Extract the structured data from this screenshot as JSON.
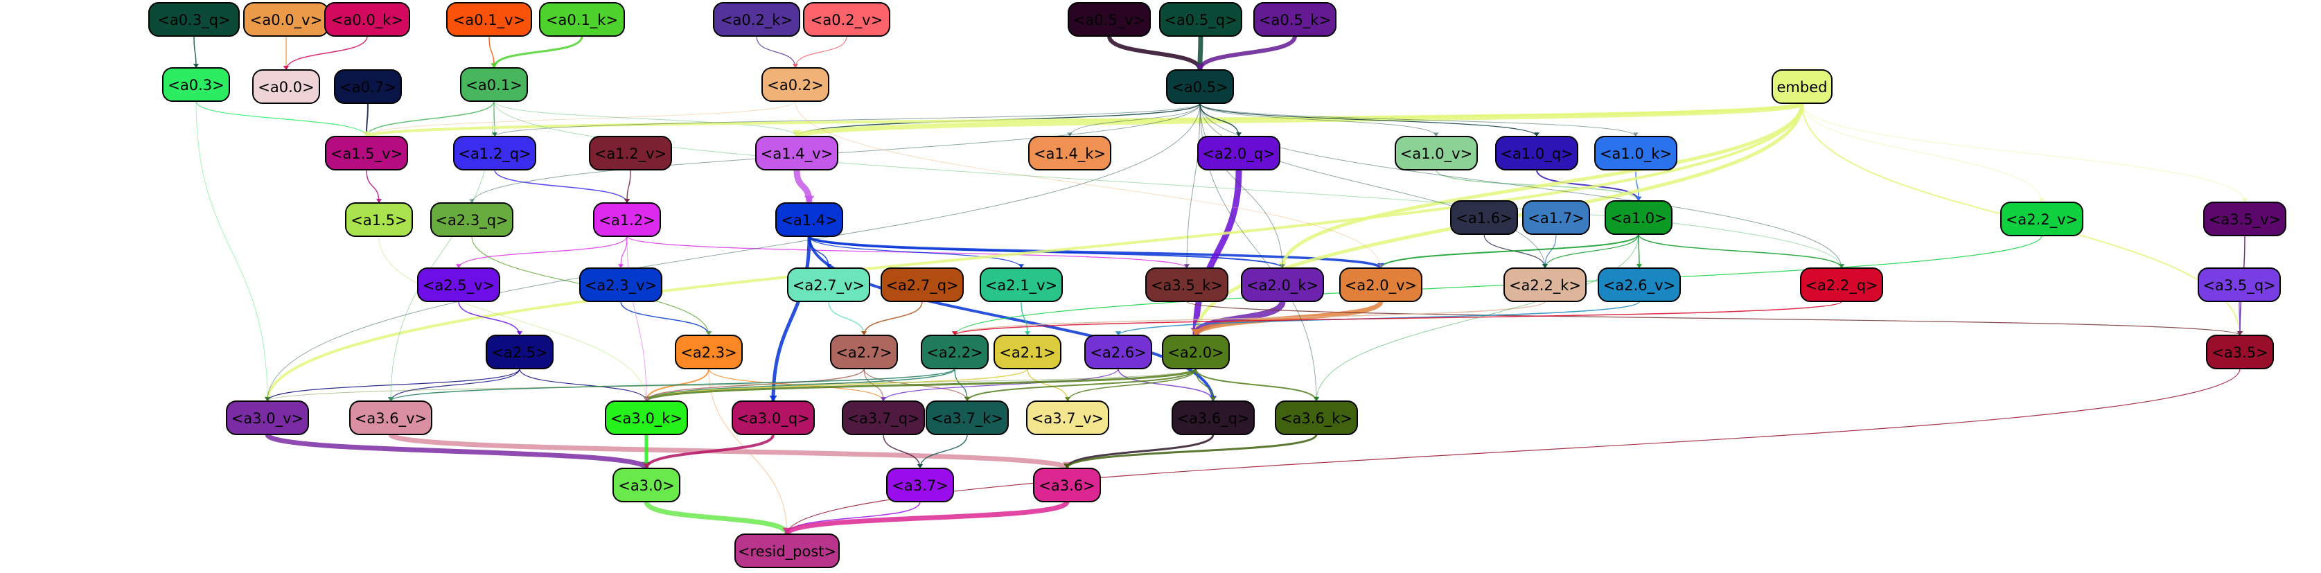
{
  "nodes": [
    {
      "id": "a0_3_q",
      "label": "<a0.3_q>",
      "color": "#0b4a36",
      "text": "#000000"
    },
    {
      "id": "a0_0_v",
      "label": "<a0.0_v>",
      "color": "#eb9a4a",
      "text": "#000000"
    },
    {
      "id": "a0_0_k",
      "label": "<a0.0_k>",
      "color": "#d2095e",
      "text": "#000000"
    },
    {
      "id": "a0_1_v",
      "label": "<a0.1_v>",
      "color": "#fb5209",
      "text": "#000000"
    },
    {
      "id": "a0_1_k",
      "label": "<a0.1_k>",
      "color": "#4ed22e",
      "text": "#000000"
    },
    {
      "id": "a0_2_k",
      "label": "<a0.2_k>",
      "color": "#53329a",
      "text": "#000000"
    },
    {
      "id": "a0_2_v",
      "label": "<a0.2_v>",
      "color": "#fc636a",
      "text": "#000000"
    },
    {
      "id": "a0_5_v",
      "label": "<a0.5_v>",
      "color": "#290523",
      "text": "#000000"
    },
    {
      "id": "a0_5_q",
      "label": "<a0.5_q>",
      "color": "#0b4a36",
      "text": "#000000"
    },
    {
      "id": "a0_5_k",
      "label": "<a0.5_k>",
      "color": "#631a93",
      "text": "#000000"
    },
    {
      "id": "a0_3",
      "label": "<a0.3>",
      "color": "#2ced62",
      "text": "#000000"
    },
    {
      "id": "a0_0",
      "label": "<a0.0>",
      "color": "#efd4d7",
      "text": "#000000"
    },
    {
      "id": "a0_7",
      "label": "<a0.7>",
      "color": "#091447",
      "text": "#000000"
    },
    {
      "id": "a0_1",
      "label": "<a0.1>",
      "color": "#48b65c",
      "text": "#000000"
    },
    {
      "id": "a0_2",
      "label": "<a0.2>",
      "color": "#f0b276",
      "text": "#000000"
    },
    {
      "id": "a0_5",
      "label": "<a0.5>",
      "color": "#083c3c",
      "text": "#000000"
    },
    {
      "id": "embed",
      "label": "embed",
      "color": "#e3f77e",
      "text": "#000000"
    },
    {
      "id": "a1_5_v",
      "label": "<a1.5_v>",
      "color": "#b60c82",
      "text": "#000000"
    },
    {
      "id": "a1_2_q",
      "label": "<a1.2_q>",
      "color": "#3a2ded",
      "text": "#000000"
    },
    {
      "id": "a1_2_v",
      "label": "<a1.2_v>",
      "color": "#7b2131",
      "text": "#000000"
    },
    {
      "id": "a1_4_v",
      "label": "<a1.4_v>",
      "color": "#c559e9",
      "text": "#000000"
    },
    {
      "id": "a1_4_k",
      "label": "<a1.4_k>",
      "color": "#ee9152",
      "text": "#000000"
    },
    {
      "id": "a2_0_q",
      "label": "<a2.0_q>",
      "color": "#690cd4",
      "text": "#000000"
    },
    {
      "id": "a1_0_v",
      "label": "<a1.0_v>",
      "color": "#8cd296",
      "text": "#000000"
    },
    {
      "id": "a1_0_q",
      "label": "<a1.0_q>",
      "color": "#2c14b5",
      "text": "#000000"
    },
    {
      "id": "a1_0_k",
      "label": "<a1.0_k>",
      "color": "#2a73ed",
      "text": "#000000"
    },
    {
      "id": "a1_5",
      "label": "<a1.5>",
      "color": "#a9e34d",
      "text": "#000000"
    },
    {
      "id": "a2_3_q",
      "label": "<a2.3_q>",
      "color": "#68ab3e",
      "text": "#000000"
    },
    {
      "id": "a1_2",
      "label": "<a1.2>",
      "color": "#dc2bee",
      "text": "#000000"
    },
    {
      "id": "a1_4",
      "label": "<a1.4>",
      "color": "#0433d6",
      "text": "#000000"
    },
    {
      "id": "a1_6",
      "label": "<a1.6>",
      "color": "#2c2f48",
      "text": "#000000"
    },
    {
      "id": "a1_7",
      "label": "<a1.7>",
      "color": "#3b7bbf",
      "text": "#000000"
    },
    {
      "id": "a1_0",
      "label": "<a1.0>",
      "color": "#0b9b25",
      "text": "#000000"
    },
    {
      "id": "a2_2_v",
      "label": "<a2.2_v>",
      "color": "#0fd03e",
      "text": "#000000"
    },
    {
      "id": "a3_5_v",
      "label": "<a3.5_v>",
      "color": "#5c076b",
      "text": "#000000"
    },
    {
      "id": "a2_5_v",
      "label": "<a2.5_v>",
      "color": "#6c0ee5",
      "text": "#000000"
    },
    {
      "id": "a2_3_v",
      "label": "<a2.3_v>",
      "color": "#043acb",
      "text": "#000000"
    },
    {
      "id": "a2_7_v",
      "label": "<a2.7_v>",
      "color": "#6ce4bc",
      "text": "#000000"
    },
    {
      "id": "a2_7_q",
      "label": "<a2.7_q>",
      "color": "#b14d11",
      "text": "#000000"
    },
    {
      "id": "a2_1_v",
      "label": "<a2.1_v>",
      "color": "#28c48a",
      "text": "#000000"
    },
    {
      "id": "a3_5_k",
      "label": "<a3.5_k>",
      "color": "#742f2e",
      "text": "#000000"
    },
    {
      "id": "a2_0_k",
      "label": "<a2.0_k>",
      "color": "#6d23ae",
      "text": "#000000"
    },
    {
      "id": "a2_0_v",
      "label": "<a2.0_v>",
      "color": "#e1803b",
      "text": "#000000"
    },
    {
      "id": "a2_2_k",
      "label": "<a2.2_k>",
      "color": "#ddb59a",
      "text": "#000000"
    },
    {
      "id": "a2_6_v",
      "label": "<a2.6_v>",
      "color": "#1b87c2",
      "text": "#000000"
    },
    {
      "id": "a2_2_q",
      "label": "<a2.2_q>",
      "color": "#d7072c",
      "text": "#000000"
    },
    {
      "id": "a3_5_q",
      "label": "<a3.5_q>",
      "color": "#793de4",
      "text": "#000000"
    },
    {
      "id": "a2_5",
      "label": "<a2.5>",
      "color": "#0b0a7f",
      "text": "#000000"
    },
    {
      "id": "a2_3",
      "label": "<a2.3>",
      "color": "#fb8824",
      "text": "#000000"
    },
    {
      "id": "a2_7",
      "label": "<a2.7>",
      "color": "#ae675e",
      "text": "#000000"
    },
    {
      "id": "a2_2",
      "label": "<a2.2>",
      "color": "#207b5d",
      "text": "#000000"
    },
    {
      "id": "a2_1",
      "label": "<a2.1>",
      "color": "#dccb3d",
      "text": "#000000"
    },
    {
      "id": "a2_6",
      "label": "<a2.6>",
      "color": "#7431d4",
      "text": "#000000"
    },
    {
      "id": "a2_0",
      "label": "<a2.0>",
      "color": "#527d1a",
      "text": "#000000"
    },
    {
      "id": "a3_5",
      "label": "<a3.5>",
      "color": "#980e2b",
      "text": "#000000"
    },
    {
      "id": "a3_0_v",
      "label": "<a3.0_v>",
      "color": "#7b2ca5",
      "text": "#000000"
    },
    {
      "id": "a3_6_v",
      "label": "<a3.6_v>",
      "color": "#db8fa2",
      "text": "#000000"
    },
    {
      "id": "a3_0_k",
      "label": "<a3.0_k>",
      "color": "#24f21a",
      "text": "#000000"
    },
    {
      "id": "a3_0_q",
      "label": "<a3.0_q>",
      "color": "#b41265",
      "text": "#000000"
    },
    {
      "id": "a3_7_q",
      "label": "<a3.7_q>",
      "color": "#501a40",
      "text": "#000000"
    },
    {
      "id": "a3_7_k",
      "label": "<a3.7_k>",
      "color": "#155b54",
      "text": "#000000"
    },
    {
      "id": "a3_7_v",
      "label": "<a3.7_v>",
      "color": "#f3e68f",
      "text": "#000000"
    },
    {
      "id": "a3_6_q",
      "label": "<a3.6_q>",
      "color": "#2b1529",
      "text": "#000000"
    },
    {
      "id": "a3_6_k",
      "label": "<a3.6_k>",
      "color": "#40620f",
      "text": "#000000"
    },
    {
      "id": "a3_0",
      "label": "<a3.0>",
      "color": "#6ae94c",
      "text": "#000000"
    },
    {
      "id": "a3_7",
      "label": "<a3.7>",
      "color": "#990ded",
      "text": "#000000"
    },
    {
      "id": "a3_6",
      "label": "<a3.6>",
      "color": "#dc2692",
      "text": "#000000"
    },
    {
      "id": "resid_post",
      "label": "<resid_post>",
      "color": "#b9358c",
      "text": "#000000"
    }
  ],
  "edges": [
    {
      "from": "a0_3_q",
      "to": "a0_3",
      "color": "#0b4a36",
      "width": 1.5
    },
    {
      "from": "a0_0_v",
      "to": "a0_0",
      "color": "#eb9a4a",
      "width": 1.5
    },
    {
      "from": "a0_0_k",
      "to": "a0_0",
      "color": "#d2095e",
      "width": 1.5
    },
    {
      "from": "a0_1_v",
      "to": "a0_1",
      "color": "#fb5209",
      "width": 1.5
    },
    {
      "from": "a0_1_k",
      "to": "a0_1",
      "color": "#4ed22e",
      "width": 3
    },
    {
      "from": "a0_2_k",
      "to": "a0_2",
      "color": "#53329a",
      "width": 1.2
    },
    {
      "from": "a0_2_v",
      "to": "a0_2",
      "color": "#fc636a",
      "width": 1.2
    },
    {
      "from": "a0_5_v",
      "to": "a0_5",
      "color": "#290523",
      "width": 6
    },
    {
      "from": "a0_5_q",
      "to": "a0_5",
      "color": "#0b4a36",
      "width": 7
    },
    {
      "from": "a0_5_k",
      "to": "a0_5",
      "color": "#631a93",
      "width": 6
    },
    {
      "from": "a0_7",
      "to": "a1_5_v",
      "color": "#091447",
      "width": 2
    },
    {
      "from": "a0_1",
      "to": "a1_5_v",
      "color": "#48b65c",
      "width": 1.5
    },
    {
      "from": "a0_3",
      "to": "a1_5_v",
      "color": "#2ced62",
      "width": 1.2
    },
    {
      "from": "a0_1",
      "to": "a1_2_q",
      "color": "#48b65c",
      "width": 1.2
    },
    {
      "from": "a0_2",
      "to": "a1_5_v",
      "color": "#f0b276",
      "width": 1
    },
    {
      "from": "a0_5",
      "to": "a1_4_v",
      "color": "#083c3c",
      "width": 1.5
    },
    {
      "from": "a0_1",
      "to": "a1_4_v",
      "color": "#48b65c",
      "width": 1
    },
    {
      "from": "embed",
      "to": "a1_4_v",
      "color": "#e3f77e",
      "width": 7
    },
    {
      "from": "embed",
      "to": "a1_5_v",
      "color": "#e3f77e",
      "width": 4
    },
    {
      "from": "a0_5",
      "to": "a1_4_k",
      "color": "#083c3c",
      "width": 1
    },
    {
      "from": "a0_5",
      "to": "a2_0_q",
      "color": "#083c3c",
      "width": 1.5
    },
    {
      "from": "a0_5",
      "to": "a1_0_v",
      "color": "#083c3c",
      "width": 1
    },
    {
      "from": "a0_5",
      "to": "a1_0_q",
      "color": "#083c3c",
      "width": 1.2
    },
    {
      "from": "a0_5",
      "to": "a1_0_k",
      "color": "#083c3c",
      "width": 1
    },
    {
      "from": "a0_5",
      "to": "a1_2_q",
      "color": "#083c3c",
      "width": 1
    },
    {
      "from": "a1_5_v",
      "to": "a1_5",
      "color": "#b60c82",
      "width": 1.5
    },
    {
      "from": "a1_2_q",
      "to": "a1_2",
      "color": "#3a2ded",
      "width": 1.5
    },
    {
      "from": "a1_2_v",
      "to": "a1_2",
      "color": "#7b2131",
      "width": 1.5
    },
    {
      "from": "a1_4_v",
      "to": "a1_4",
      "color": "#c559e9",
      "width": 9
    },
    {
      "from": "a0_5",
      "to": "a2_3_q",
      "color": "#083c3c",
      "width": 1
    },
    {
      "from": "a1_0_v",
      "to": "a1_0",
      "color": "#8cd296",
      "width": 1.5
    },
    {
      "from": "a1_0_q",
      "to": "a1_0",
      "color": "#2c14b5",
      "width": 2
    },
    {
      "from": "a1_0_k",
      "to": "a1_0",
      "color": "#2a73ed",
      "width": 1.5
    },
    {
      "from": "a1_6",
      "to": "a2_2_k",
      "color": "#2c2f48",
      "width": 1.2
    },
    {
      "from": "a1_7",
      "to": "a2_2_k",
      "color": "#3b7bbf",
      "width": 1.2
    },
    {
      "from": "a1_0",
      "to": "a2_0_v",
      "color": "#0b9b25",
      "width": 2
    },
    {
      "from": "a1_0",
      "to": "a2_6_v",
      "color": "#0b9b25",
      "width": 1.5
    },
    {
      "from": "a1_0",
      "to": "a2_2_q",
      "color": "#0b9b25",
      "width": 1.5
    },
    {
      "from": "a1_0",
      "to": "a2_2_k",
      "color": "#0b9b25",
      "width": 1.2
    },
    {
      "from": "a1_2",
      "to": "a2_5_v",
      "color": "#dc2bee",
      "width": 1.2
    },
    {
      "from": "a1_2",
      "to": "a2_3_v",
      "color": "#dc2bee",
      "width": 1.2
    },
    {
      "from": "a1_2",
      "to": "a3_5_k",
      "color": "#dc2bee",
      "width": 1.2
    },
    {
      "from": "a1_4",
      "to": "a2_7_v",
      "color": "#0433d6",
      "width": 1.5
    },
    {
      "from": "a1_4",
      "to": "a2_1_v",
      "color": "#0433d6",
      "width": 1.2
    },
    {
      "from": "a1_4",
      "to": "a2_0_k",
      "color": "#0433d6",
      "width": 2
    },
    {
      "from": "a1_4",
      "to": "a2_0_v",
      "color": "#0433d6",
      "width": 3.5
    },
    {
      "from": "a1_4",
      "to": "a3_0_q",
      "color": "#0433d6",
      "width": 5
    },
    {
      "from": "a1_4",
      "to": "a3_6_q",
      "color": "#0433d6",
      "width": 4
    },
    {
      "from": "a2_0_q",
      "to": "a2_0",
      "color": "#690cd4",
      "width": 9
    },
    {
      "from": "embed",
      "to": "a2_0",
      "color": "#e3f77e",
      "width": 5
    },
    {
      "from": "embed",
      "to": "a2_0_k",
      "color": "#e3f77e",
      "width": 5
    },
    {
      "from": "embed",
      "to": "a3_5",
      "color": "#e3f77e",
      "width": 2
    },
    {
      "from": "embed",
      "to": "a3_0_v",
      "color": "#e3f77e",
      "width": 4
    },
    {
      "from": "a2_2_v",
      "to": "a2_2",
      "color": "#0fd03e",
      "width": 1.2
    },
    {
      "from": "a3_5_v",
      "to": "a3_5",
      "color": "#5c076b",
      "width": 1.5
    },
    {
      "from": "a3_5_q",
      "to": "a3_5",
      "color": "#793de4",
      "width": 1.5
    },
    {
      "from": "a2_5_v",
      "to": "a2_5",
      "color": "#6c0ee5",
      "width": 1.5
    },
    {
      "from": "a2_3_v",
      "to": "a2_3",
      "color": "#043acb",
      "width": 1.5
    },
    {
      "from": "a2_3_q",
      "to": "a2_3",
      "color": "#68ab3e",
      "width": 1.2
    },
    {
      "from": "a2_7_v",
      "to": "a2_7",
      "color": "#6ce4bc",
      "width": 1.5
    },
    {
      "from": "a2_7_q",
      "to": "a2_7",
      "color": "#b14d11",
      "width": 1.5
    },
    {
      "from": "a2_1_v",
      "to": "a2_1",
      "color": "#28c48a",
      "width": 1.5
    },
    {
      "from": "a2_0_k",
      "to": "a2_0",
      "color": "#6d23ae",
      "width": 9
    },
    {
      "from": "a2_0_v",
      "to": "a2_0",
      "color": "#e1803b",
      "width": 7
    },
    {
      "from": "a3_5_k",
      "to": "a3_5",
      "color": "#742f2e",
      "width": 1.2
    },
    {
      "from": "a2_2_k",
      "to": "a2_2",
      "color": "#ddb59a",
      "width": 1.5
    },
    {
      "from": "a2_6_v",
      "to": "a2_6",
      "color": "#1b87c2",
      "width": 1.5
    },
    {
      "from": "a2_2_q",
      "to": "a2_2",
      "color": "#d7072c",
      "width": 1.5
    },
    {
      "from": "a2_5",
      "to": "a3_0_v",
      "color": "#0b0a7f",
      "width": 1.2
    },
    {
      "from": "a2_5",
      "to": "a3_6_v",
      "color": "#0b0a7f",
      "width": 1.2
    },
    {
      "from": "a2_5",
      "to": "a3_0_k",
      "color": "#0b0a7f",
      "width": 1.2
    },
    {
      "from": "a2_3",
      "to": "a3_0_k",
      "color": "#fb8824",
      "width": 2
    },
    {
      "from": "a2_3",
      "to": "a3_7_q",
      "color": "#fb8824",
      "width": 1.2
    },
    {
      "from": "a2_3",
      "to": "resid_post",
      "color": "#fb8824",
      "width": 1
    },
    {
      "from": "a2_7",
      "to": "a3_0_k",
      "color": "#ae675e",
      "width": 1.5
    },
    {
      "from": "a2_7",
      "to": "a3_7_q",
      "color": "#ae675e",
      "width": 1.2
    },
    {
      "from": "a2_7",
      "to": "a3_7_k",
      "color": "#ae675e",
      "width": 1.2
    },
    {
      "from": "a2_2",
      "to": "a3_7_k",
      "color": "#207b5d",
      "width": 1.5
    },
    {
      "from": "a2_2",
      "to": "a3_0_k",
      "color": "#207b5d",
      "width": 1.5
    },
    {
      "from": "a2_2",
      "to": "a3_6_v",
      "color": "#207b5d",
      "width": 1.5
    },
    {
      "from": "a2_1",
      "to": "a3_7_v",
      "color": "#dccb3d",
      "width": 1.5
    },
    {
      "from": "a2_1",
      "to": "a3_0_k",
      "color": "#dccb3d",
      "width": 1.5
    },
    {
      "from": "a2_6",
      "to": "a3_6_q",
      "color": "#7431d4",
      "width": 1.5
    },
    {
      "from": "a2_6",
      "to": "a3_7_q",
      "color": "#7431d4",
      "width": 1.2
    },
    {
      "from": "a2_0",
      "to": "a3_6_k",
      "color": "#527d1a",
      "width": 2
    },
    {
      "from": "a2_0",
      "to": "a3_0_k",
      "color": "#527d1a",
      "width": 3
    },
    {
      "from": "a2_0",
      "to": "a3_7_k",
      "color": "#527d1a",
      "width": 2
    },
    {
      "from": "a2_0",
      "to": "a3_6_q",
      "color": "#527d1a",
      "width": 1.5
    },
    {
      "from": "a2_0",
      "to": "a3_7_v",
      "color": "#527d1a",
      "width": 1.5
    },
    {
      "from": "a3_5",
      "to": "resid_post",
      "color": "#980e2b",
      "width": 1.2
    },
    {
      "from": "a3_0_v",
      "to": "a3_0",
      "color": "#7b2ca5",
      "width": 7
    },
    {
      "from": "a3_6_v",
      "to": "a3_6",
      "color": "#db8fa2",
      "width": 7
    },
    {
      "from": "a3_0_k",
      "to": "a3_0",
      "color": "#24f21a",
      "width": 5
    },
    {
      "from": "a3_0_q",
      "to": "a3_0",
      "color": "#b41265",
      "width": 4
    },
    {
      "from": "a3_7_q",
      "to": "a3_7",
      "color": "#501a40",
      "width": 1.5
    },
    {
      "from": "a3_7_k",
      "to": "a3_7",
      "color": "#155b54",
      "width": 1.5
    },
    {
      "from": "a3_6_q",
      "to": "a3_6",
      "color": "#2b1529",
      "width": 3
    },
    {
      "from": "a3_6_k",
      "to": "a3_6",
      "color": "#40620f",
      "width": 3
    },
    {
      "from": "a3_0",
      "to": "resid_post",
      "color": "#6ae94c",
      "width": 7
    },
    {
      "from": "a3_7",
      "to": "resid_post",
      "color": "#990ded",
      "width": 1.5
    },
    {
      "from": "a3_6",
      "to": "resid_post",
      "color": "#dc2692",
      "width": 7
    },
    {
      "from": "a0_3",
      "to": "a3_0_v",
      "color": "#2ced62",
      "width": 1
    },
    {
      "from": "a0_1",
      "to": "a3_6_v",
      "color": "#48b65c",
      "width": 1
    },
    {
      "from": "a0_5",
      "to": "a3_0_v",
      "color": "#083c3c",
      "width": 1
    },
    {
      "from": "a0_5",
      "to": "a3_6_k",
      "color": "#083c3c",
      "width": 1
    },
    {
      "from": "a0_5",
      "to": "a2_0_k",
      "color": "#083c3c",
      "width": 1
    },
    {
      "from": "a0_5",
      "to": "a2_2_k",
      "color": "#083c3c",
      "width": 1
    },
    {
      "from": "a0_5",
      "to": "a2_2_q",
      "color": "#083c3c",
      "width": 1
    },
    {
      "from": "a0_2",
      "to": "a2_0_v",
      "color": "#f0b276",
      "width": 1
    },
    {
      "from": "a1_5",
      "to": "a3_0_k",
      "color": "#a9e34d",
      "width": 1
    },
    {
      "from": "a1_0",
      "to": "a3_6_k",
      "color": "#0b9b25",
      "width": 1
    },
    {
      "from": "a1_2",
      "to": "a3_0_k",
      "color": "#dc2bee",
      "width": 1
    },
    {
      "from": "a0_1",
      "to": "a2_2_q",
      "color": "#48b65c",
      "width": 1
    },
    {
      "from": "a2_0",
      "to": "a3_0_v",
      "color": "#527d1a",
      "width": 1
    },
    {
      "from": "embed",
      "to": "a2_2_v",
      "color": "#e3f77e",
      "width": 1
    },
    {
      "from": "embed",
      "to": "a3_5_v",
      "color": "#e3f77e",
      "width": 1
    },
    {
      "from": "a0_5",
      "to": "a3_5_k",
      "color": "#083c3c",
      "width": 1
    }
  ]
}
